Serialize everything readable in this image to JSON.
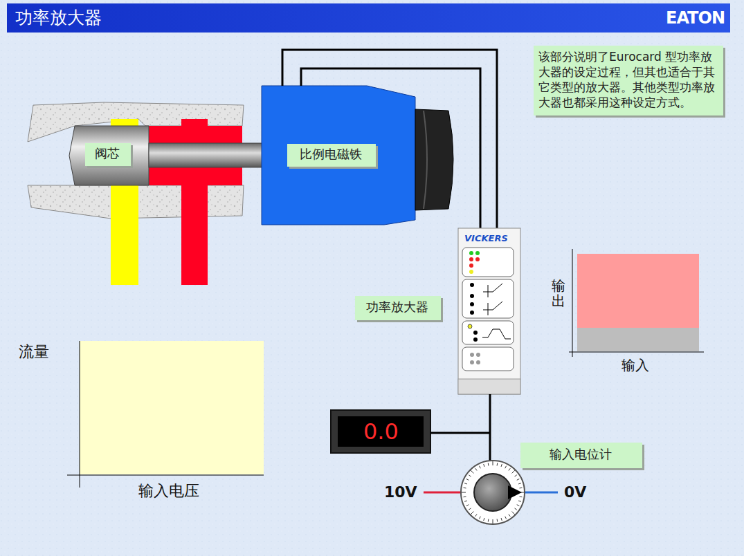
{
  "diagram": {
    "title": "功率放大器",
    "nodes": [
      {
        "text": [
          "该部分说明了Eurocard 型功率放大器的设定过程，但其也适合于其它类型的放大器。其他类型功率放大器也都采用这种设定方式。"
        ]
      },
      {
        "text": [
          "阀芯"
        ]
      },
      {
        "text": [
          "比例电磁铁"
        ]
      },
      {
        "text": [
          "功率放大器"
        ]
      },
      {
        "text": [
          "输入电位计"
        ]
      }
    ],
    "labels": [
      "EATON",
      "VICKERS",
      "输出",
      "输入",
      "流量",
      "输入电压",
      "0.0",
      "10V",
      "0V"
    ]
  }
}
